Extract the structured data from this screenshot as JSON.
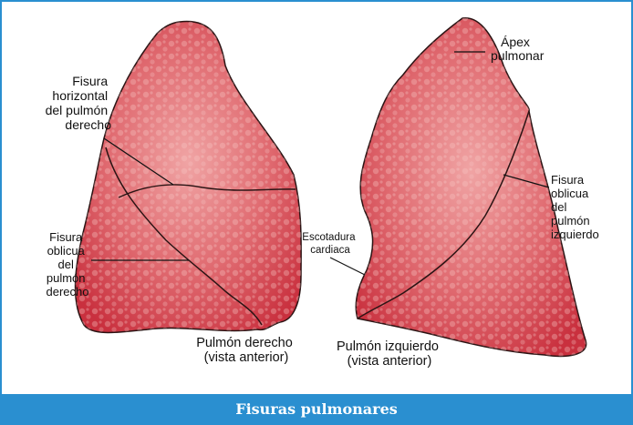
{
  "figure": {
    "caption": "Fisuras pulmonares",
    "colors": {
      "frame": "#2a8fd0",
      "lung_fill": "#d9434d",
      "lung_highlight": "#f4b6b3",
      "outline": "#2b1414",
      "text": "#111111"
    },
    "labels": {
      "horizontal_fissure": [
        "Fisura",
        "horizontal",
        "del pulmón",
        "derecho"
      ],
      "oblique_fissure_right": [
        "Fisura",
        "oblicua",
        "del",
        "pulmón",
        "derecho"
      ],
      "cardiac_notch": [
        "Escotadura",
        "cardiaca"
      ],
      "apex": [
        "Ápex",
        "pulmonar"
      ],
      "oblique_fissure_left": [
        "Fisura",
        "oblicua",
        "del",
        "pulmón",
        "izquierdo"
      ],
      "right_lung": [
        "Pulmón derecho",
        "(vista anterior)"
      ],
      "left_lung": [
        "Pulmón izquierdo",
        "(vista anterior)"
      ]
    }
  }
}
